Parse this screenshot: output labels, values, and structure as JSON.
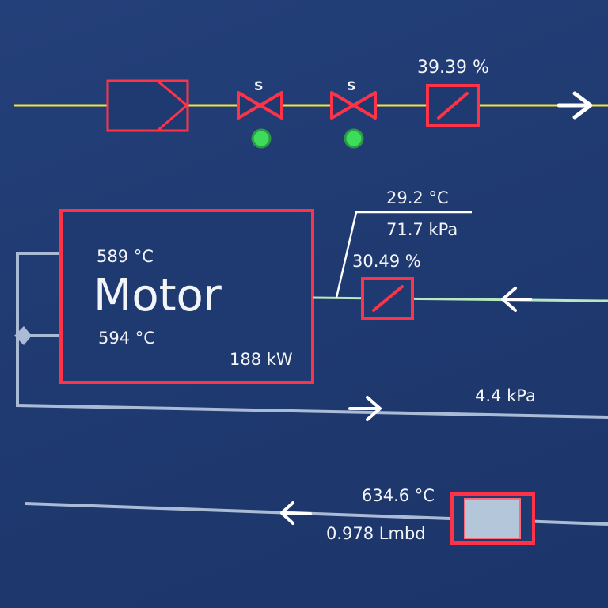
{
  "colors": {
    "background": "#1f3a70",
    "equipment": "#ff3347",
    "supply_line": "#f0e43a",
    "return_line": "#aabbd6",
    "status_ok": "#3ddc5a"
  },
  "top_line": {
    "valve_1": {
      "label": "S",
      "status": "ok"
    },
    "valve_2": {
      "label": "S",
      "status": "ok"
    },
    "damper_position": "39.39 %"
  },
  "motor": {
    "title": "Motor",
    "temp_1": "589 °C",
    "temp_2": "594 °C",
    "power": "188 kW"
  },
  "middle_line": {
    "temperature": "29.2 °C",
    "pressure": "71.7 kPa",
    "damper_position": "30.49 %"
  },
  "return_line": {
    "pressure": "4.4 kPa"
  },
  "bottom_line": {
    "temperature": "634.6 °C",
    "lambda": "0.978 Lmbd"
  }
}
